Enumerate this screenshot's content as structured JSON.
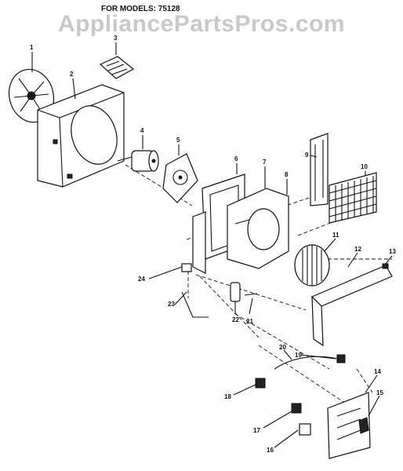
{
  "header": {
    "watermark": "AppliancePartsPros.com",
    "models_title": "FOR MODELS: 75128"
  },
  "callouts": [
    "1",
    "2",
    "3",
    "4",
    "5",
    "6",
    "7",
    "8",
    "9",
    "10",
    "11",
    "12",
    "13",
    "14",
    "15",
    "16",
    "17",
    "18",
    "19",
    "20",
    "21",
    "22",
    "23",
    "24"
  ]
}
